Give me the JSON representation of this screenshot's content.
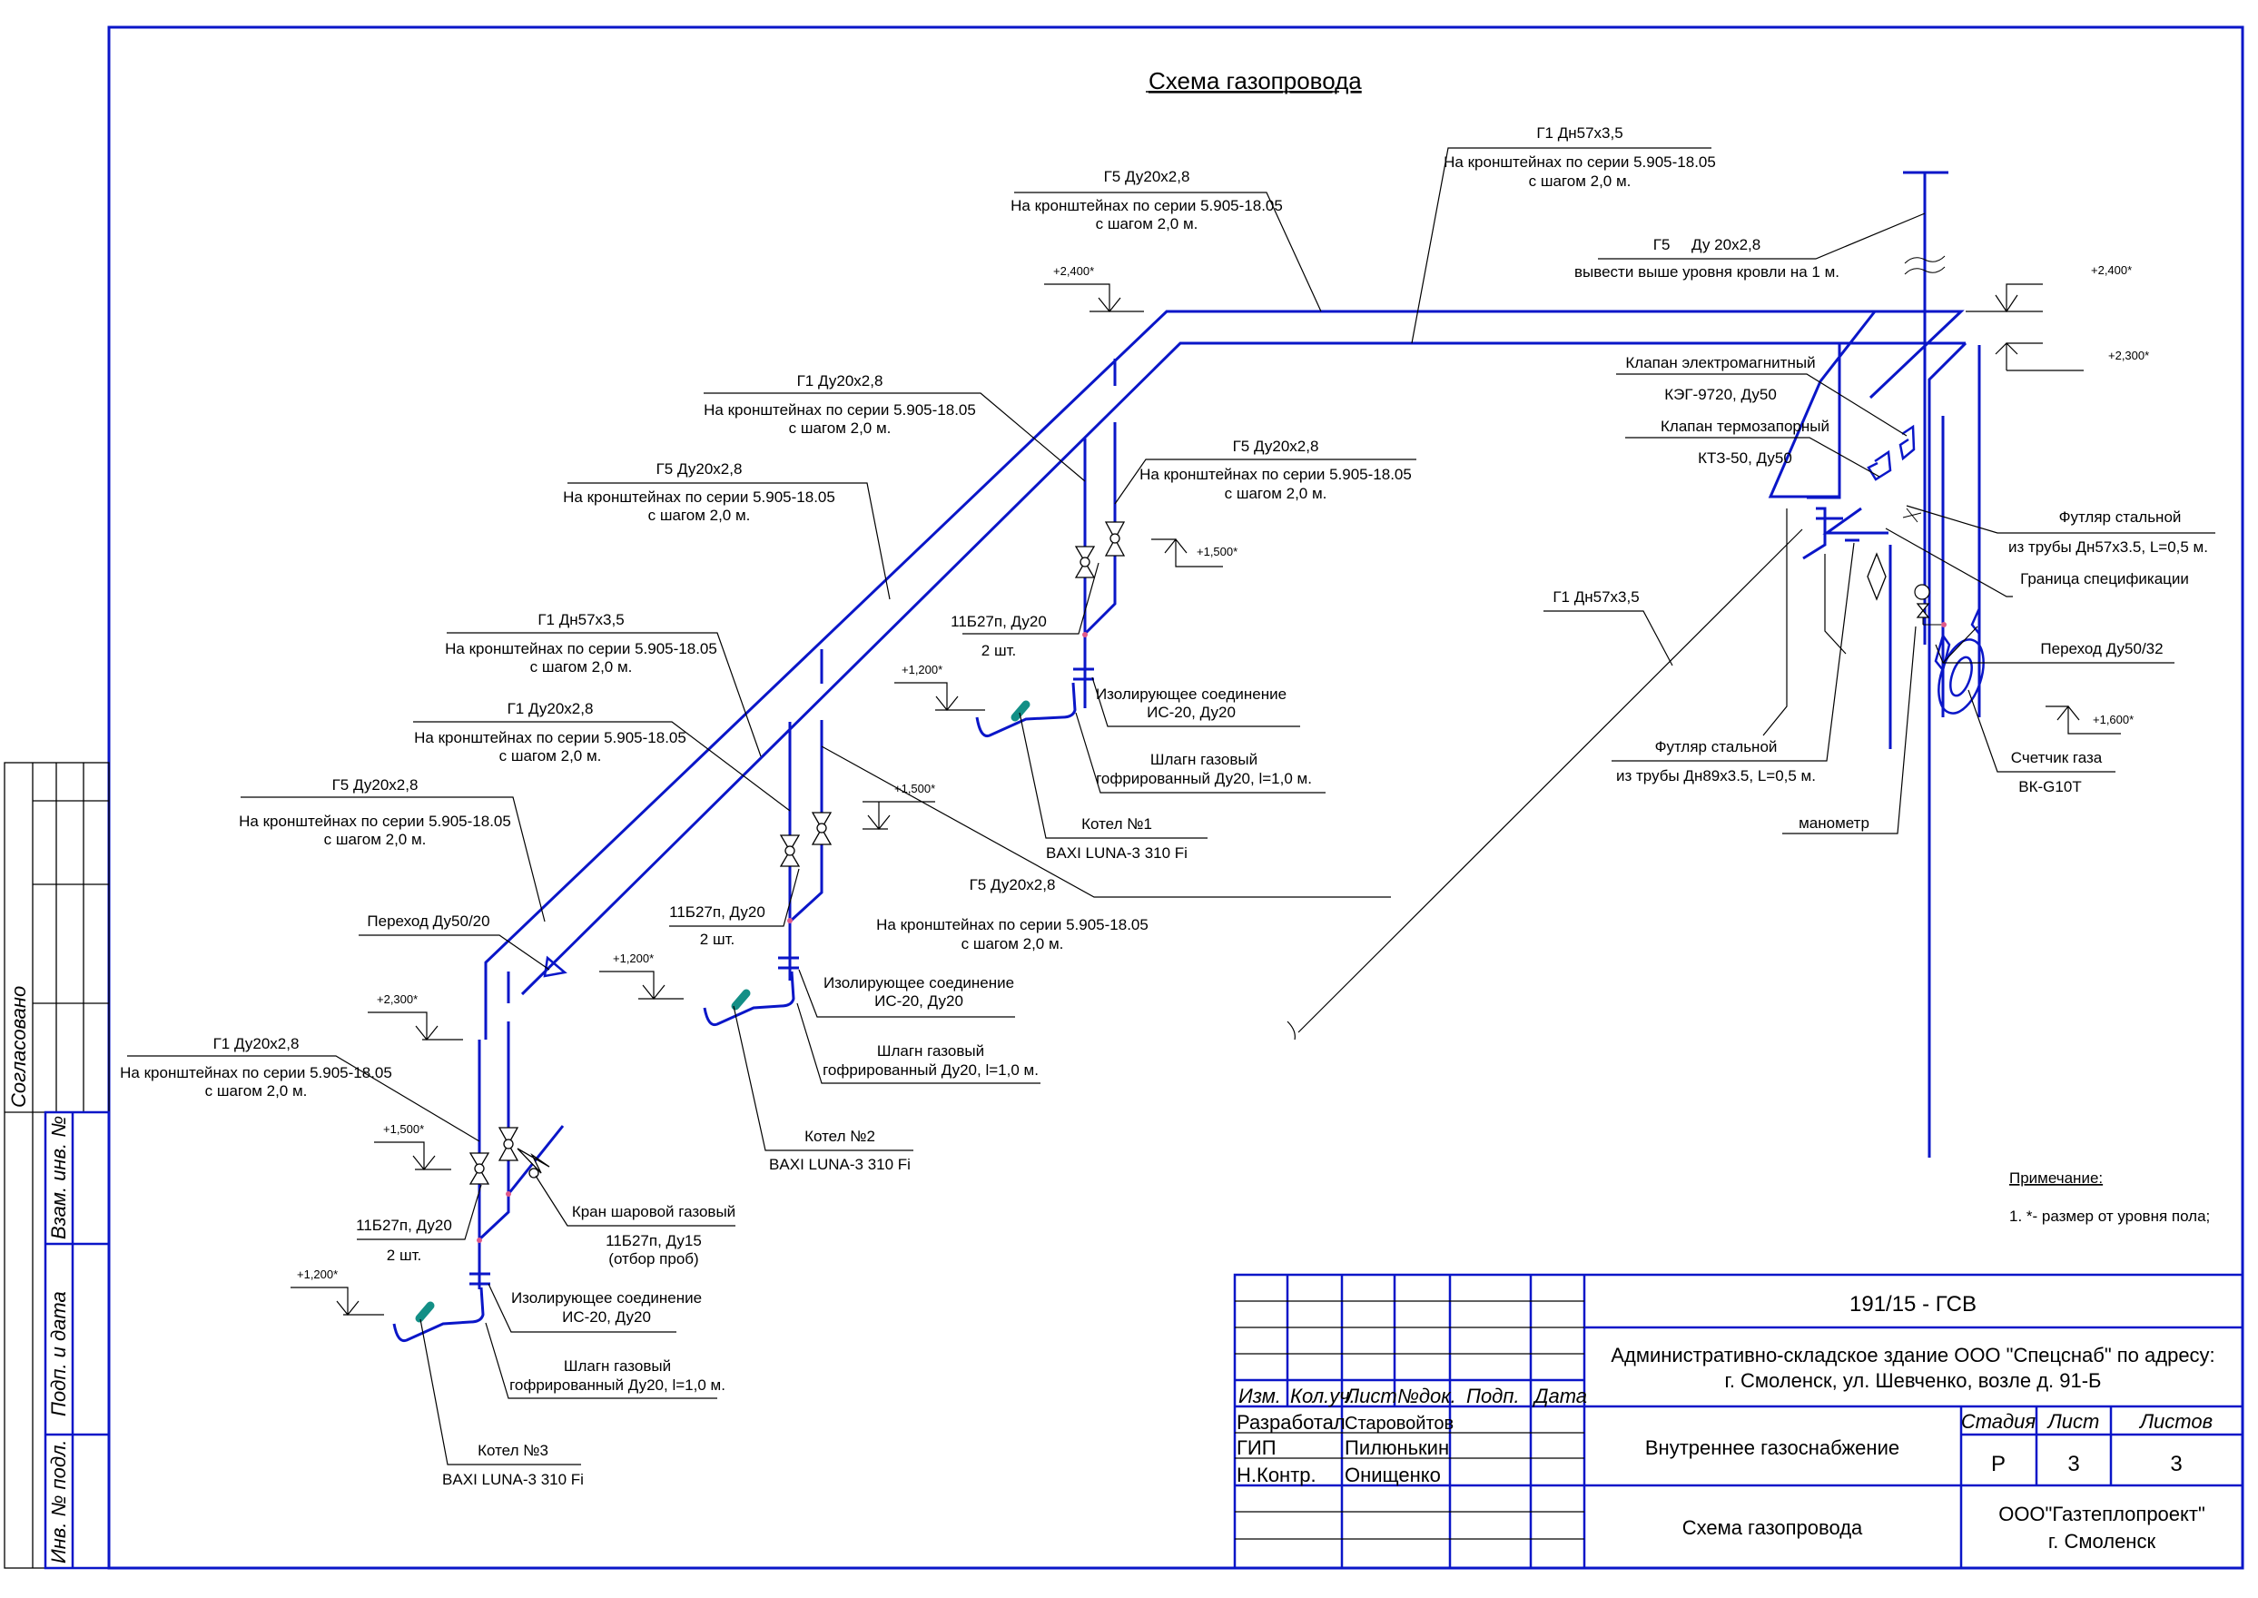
{
  "drawing": {
    "title": "Схема газопровода",
    "colors": {
      "pipe": "#0a16c8",
      "boiler": "#138f86",
      "weld": "#e05a8a",
      "leader": "#000000"
    }
  },
  "callouts": {
    "top_g5": {
      "line1": "Г5 Ду20х2,8",
      "line2": "На кронштейнах по серии 5.905-18.05",
      "line3": "с шагом 2,0 м."
    },
    "top_g1": {
      "line1": "Г1 Дн57х3,5",
      "line2": "На кронштейнах по серии 5.905-18.05",
      "line3": "с шагом 2,0 м."
    },
    "vent_g5": {
      "line1": "Г5     Ду 20х2,8",
      "line2": "вывести выше уровня кровли на 1 м."
    },
    "b1_g1": {
      "line1": "Г1 Ду20х2,8",
      "line2": "На кронштейнах по серии 5.905-18.05",
      "line3": "с шагом 2,0 м."
    },
    "b1_g5": {
      "line1": "Г5 Ду20х2,8",
      "line2": "На кронштейнах по серии 5.905-18.05",
      "line3": "с шагом 2,0 м."
    },
    "mid_g5": {
      "line1": "Г5 Ду20х2,8",
      "line2": "На кронштейнах по серии 5.905-18.05",
      "line3": "с шагом 2,0 м."
    },
    "mid_g1_57": {
      "line1": "Г1 Дн57х3,5",
      "line2": "На кронштейнах по серии 5.905-18.05",
      "line3": "с шагом 2,0 м."
    },
    "b2_g1": {
      "line1": "Г1 Ду20х2,8",
      "line2": "На кронштейнах по серии 5.905-18.05",
      "line3": "с шагом 2,0 м."
    },
    "low_g5": {
      "line1": "Г5 Ду20х2,8",
      "line2": "На кронштейнах по серии 5.905-18.05",
      "line3": "с шагом 2,0 м."
    },
    "b2_g5": {
      "line1": "Г5 Ду20х2,8",
      "line2": "На кронштейнах по серии 5.905-18.05",
      "line3": "с шагом 2,0 м."
    },
    "reducer_50_20": {
      "line1": "Переход Ду50/20"
    },
    "b3_g1": {
      "line1": "Г1 Ду20х2,8",
      "line2": "На кронштейнах по серии 5.905-18.05",
      "line3": "с шагом 2,0 м."
    },
    "valve_em": {
      "line1": "Клапан электромагнитный",
      "line2": "КЭГ-9720, Ду50"
    },
    "valve_th": {
      "line1": "Клапан термозапорный",
      "line2": "КТЗ-50, Ду50"
    },
    "sleeve_57": {
      "line1": "Футляр стальной",
      "line2": "из трубы Дн57х3.5, L=0,5 м."
    },
    "spec_border": {
      "line1": "Граница спецификации"
    },
    "reducer_50_32": {
      "line1": "Переход Ду50/32"
    },
    "meter": {
      "line1": "Счетчик газа",
      "line2": "ВК-G10Т"
    },
    "riser_g1": {
      "line1": "Г1 Дн57х3,5"
    },
    "sleeve_89": {
      "line1": "Футляр стальной",
      "line2": "из трубы Дн89х3.5, L=0,5 м."
    },
    "manometer": {
      "line1": "манометр"
    },
    "b1_valves": {
      "line1": "11Б27п, Ду20",
      "line2": "2 шт."
    },
    "b1_iso": {
      "line1": "Изолирующее соединение",
      "line2": "ИС-20, Ду20"
    },
    "b1_hose": {
      "line1": "Шлагн газовый",
      "line2": "гофрированный Ду20, l=1,0 м."
    },
    "b1_boiler": {
      "line1": "Котел №1",
      "line2": "BAXI LUNA-3 310 Fi"
    },
    "b2_valves": {
      "line1": "11Б27п, Ду20",
      "line2": "2 шт."
    },
    "b2_iso": {
      "line1": "Изолирующее соединение",
      "line2": "ИС-20, Ду20"
    },
    "b2_hose": {
      "line1": "Шлагн газовый",
      "line2": "гофрированный Ду20, l=1,0 м."
    },
    "b2_boiler": {
      "line1": "Котел №2",
      "line2": "BAXI LUNA-3 310 Fi"
    },
    "b3_valves": {
      "line1": "11Б27п, Ду20",
      "line2": "2 шт."
    },
    "b3_ballvalve": {
      "line1": "Кран шаровой газовый",
      "line2": "11Б27п, Ду15",
      "line3": "(отбор проб)"
    },
    "b3_iso": {
      "line1": "Изолирующее соединение",
      "line2": "ИС-20, Ду20"
    },
    "b3_hose": {
      "line1": "Шлагн газовый",
      "line2": "гофрированный Ду20, l=1,0 м."
    },
    "b3_boiler": {
      "line1": "Котел №3",
      "line2": "BAXI LUNA-3 310 Fi"
    }
  },
  "elevations": {
    "top_left": "+2,400*",
    "top_right_240": "+2,400*",
    "top_right_230": "+2,300*",
    "b1_150": "+1,500*",
    "b1_120": "+1,200*",
    "b2_150": "+1,500*",
    "b2_120": "+1,200*",
    "b3_230": "+2,300*",
    "b3_150": "+1,500*",
    "b3_120": "+1,200*",
    "meter_160": "+1,600*"
  },
  "note": {
    "heading": "Примечание:",
    "item1": "1. *- размер от уровня пола;"
  },
  "side_stamp": {
    "agreed": "Согласовано",
    "replaced_inv": "Взам. инв. №",
    "sign_date": "Подп. и дата",
    "inv_orig": "Инв. № подл."
  },
  "title_block": {
    "code": "191/15 - ГСВ",
    "object_line1": "Административно-складское здание ООО \"Спецснаб\" по адресу:",
    "object_line2": "г. Смоленск, ул. Шевченко, возле д. 91-Б",
    "section": "Внутреннее газоснабжение",
    "sheet_title": "Схема газопровода",
    "organization_line1": "ООО\"Газтеплопроект\"",
    "organization_line2": "г. Смоленск",
    "headers": {
      "izm": "Изм.",
      "kol_uch": "Кол.уч.",
      "list": "Лист",
      "n_dok": "№док.",
      "podp": "Подп.",
      "data": "Дата"
    },
    "stage_header": "Стадия",
    "sheet_header": "Лист",
    "sheets_header": "Листов",
    "stage": "Р",
    "sheet": "3",
    "sheets": "3",
    "roles": [
      {
        "role": "Разработал",
        "name": "Старовойтов"
      },
      {
        "role": "ГИП",
        "name": "Пилюнькин"
      },
      {
        "role": "Н.Контр.",
        "name": "Онищенко"
      }
    ]
  }
}
